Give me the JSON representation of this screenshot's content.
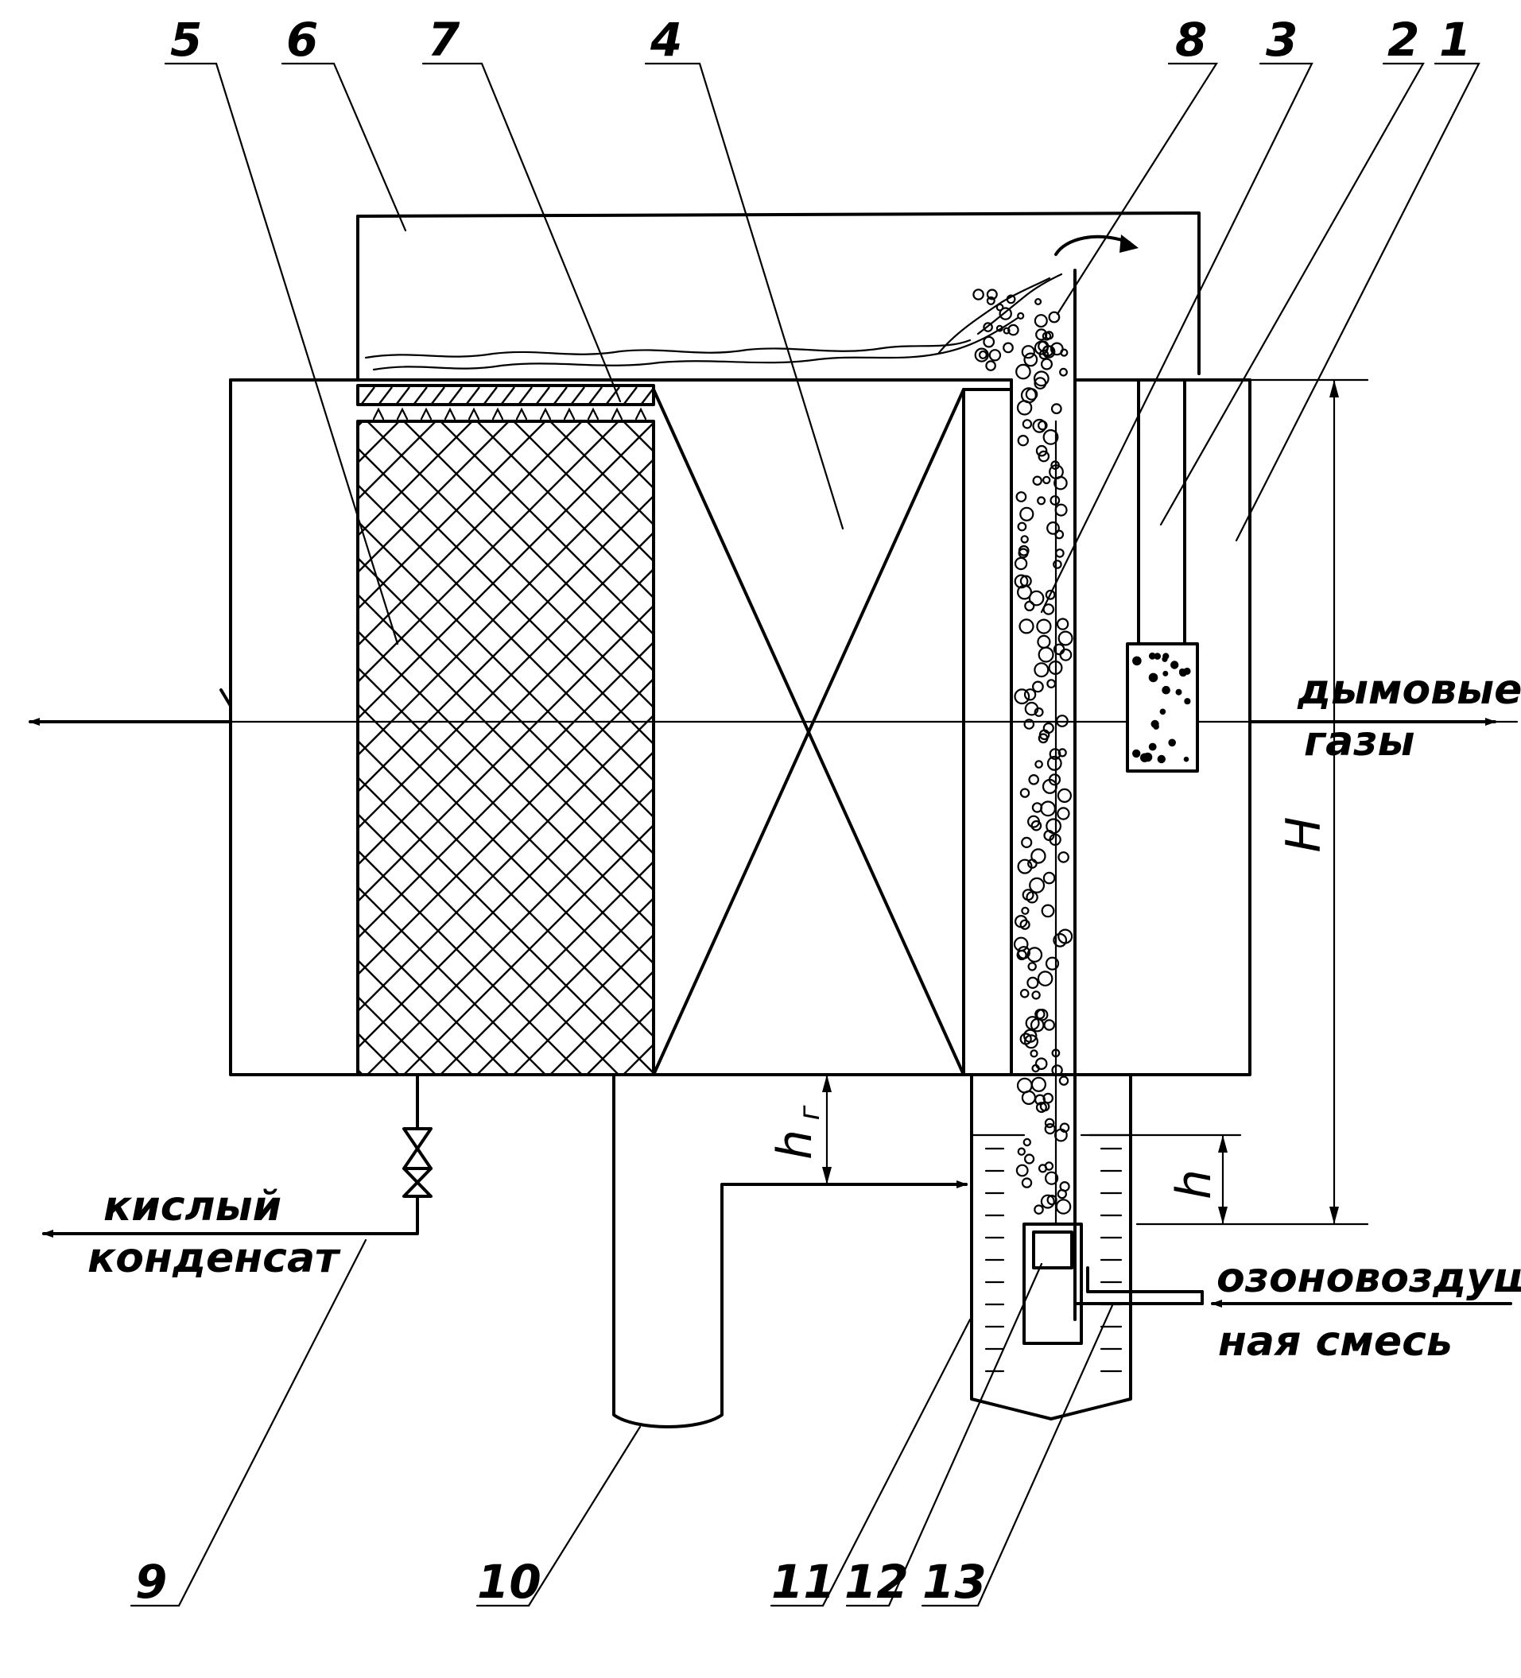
{
  "callouts": {
    "n1": "1",
    "n2": "2",
    "n3": "3",
    "n4": "4",
    "n5": "5",
    "n6": "6",
    "n7": "7",
    "n8": "8",
    "n9": "9",
    "n10": "10",
    "n11": "11",
    "n12": "12",
    "n13": "13"
  },
  "captions": {
    "flue_gas_line1": "дымовые",
    "flue_gas_line2": "газы",
    "acid_condensate_line1": "кислый",
    "acid_condensate_line2": "конденсат",
    "ozone_air_line1": "озоновоздуш-",
    "ozone_air_line2": "ная смесь"
  },
  "dimensions": {
    "H": "H",
    "h": "h",
    "hg_main": "h",
    "hg_sub": "г"
  }
}
